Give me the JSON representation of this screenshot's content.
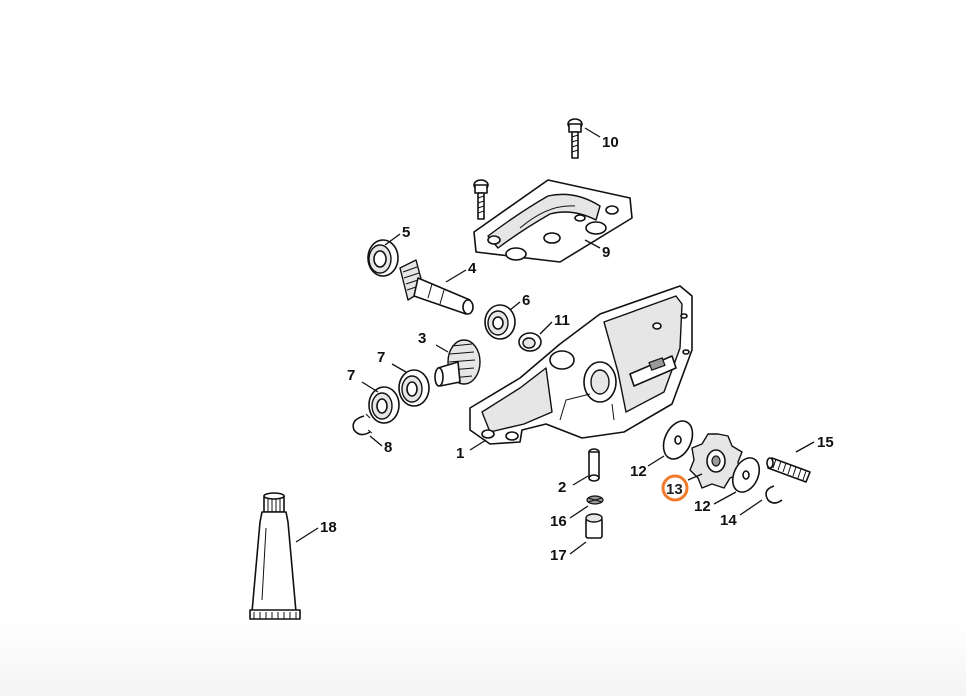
{
  "diagram": {
    "highlight_color": "#f07a2a",
    "highlighted_part": "13",
    "callouts": [
      {
        "id": "p10",
        "label": "10"
      },
      {
        "id": "p5",
        "label": "5"
      },
      {
        "id": "p4",
        "label": "4"
      },
      {
        "id": "p9",
        "label": "9"
      },
      {
        "id": "p6",
        "label": "6"
      },
      {
        "id": "p11",
        "label": "11"
      },
      {
        "id": "p3",
        "label": "3"
      },
      {
        "id": "p7a",
        "label": "7"
      },
      {
        "id": "p7b",
        "label": "7"
      },
      {
        "id": "p8",
        "label": "8"
      },
      {
        "id": "p1",
        "label": "1"
      },
      {
        "id": "p15",
        "label": "15"
      },
      {
        "id": "p12a",
        "label": "12"
      },
      {
        "id": "p13",
        "label": "13"
      },
      {
        "id": "p12b",
        "label": "12"
      },
      {
        "id": "p2",
        "label": "2"
      },
      {
        "id": "p14",
        "label": "14"
      },
      {
        "id": "p16",
        "label": "16"
      },
      {
        "id": "p18",
        "label": "18"
      },
      {
        "id": "p17",
        "label": "17"
      }
    ]
  }
}
